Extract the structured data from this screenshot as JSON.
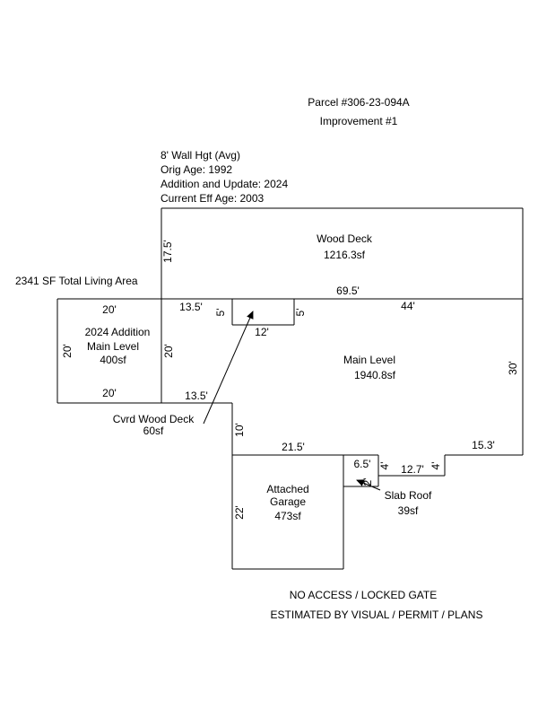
{
  "header": {
    "parcel": "Parcel #306-23-094A",
    "improvement": "Improvement #1"
  },
  "info": {
    "wall_height": "8' Wall Hgt (Avg)",
    "orig_age": "Orig Age: 1992",
    "addition": "Addition and Update: 2024",
    "eff_age": "Current Eff Age: 2003"
  },
  "total_area": "2341 SF Total Living Area",
  "areas": {
    "wood_deck": {
      "name": "Wood Deck",
      "size": "1216.3sf"
    },
    "addition": {
      "line1": "2024 Addition",
      "line2": "Main Level",
      "size": "400sf"
    },
    "main": {
      "name": "Main Level",
      "size": "1940.8sf"
    },
    "cvrd_deck": {
      "name": "Cvrd Wood Deck",
      "size": "60sf"
    },
    "garage": {
      "line1": "Attached",
      "line2": "Garage",
      "size": "473sf"
    },
    "slab_roof": {
      "name": "Slab Roof",
      "size": "39sf"
    }
  },
  "dims": {
    "deck_side": "17.5'",
    "deck_width": "69.5'",
    "add_top": "20'",
    "add_bottom": "20'",
    "add_left": "20'",
    "add_right": "20'",
    "main_top_left": "13.5'",
    "cvrd_left": "5'",
    "cvrd_right": "5'",
    "cvrd_bottom": "12'",
    "main_top_right": "44'",
    "main_right": "30'",
    "main_mid_left": "13.5'",
    "main_step": "10'",
    "garage_top": "21.5'",
    "garage_left": "22'",
    "slab_top": "6.5'",
    "slab_side": "2'",
    "notch_left": "4'",
    "notch_bottom": "12.7'",
    "notch_right": "4'",
    "main_bottom_right": "15.3'"
  },
  "footer": {
    "access": "NO ACCESS / LOCKED GATE",
    "estimated": "ESTIMATED BY VISUAL / PERMIT / PLANS"
  }
}
